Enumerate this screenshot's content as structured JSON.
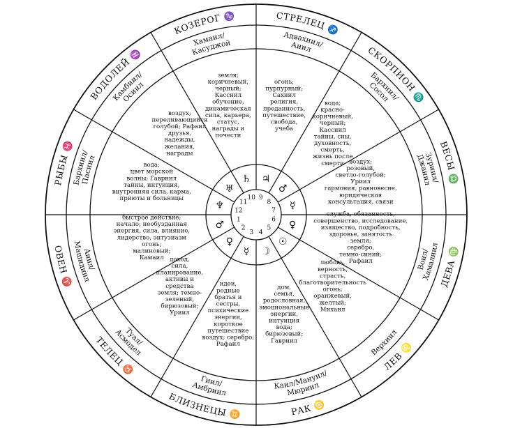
{
  "zodiac": [
    {
      "sign": "КОЗЕРОГ",
      "glyph": "♑",
      "angel": [
        "Хамаил/",
        "Касуджой"
      ],
      "desc": [
        "земля;",
        "коричневый,",
        "черный;",
        "Кассиил",
        "",
        "обучение,",
        "динамическая",
        "сила, карьера,",
        "статус,",
        "награды и",
        "почести"
      ]
    },
    {
      "sign": "СТРЕЛЕЦ",
      "glyph": "♐",
      "angel": [
        "Адвахиил/",
        "Аиил"
      ],
      "desc": [
        "огонь;",
        "пурпурный;",
        "Сахиил",
        "",
        "религия,",
        "преданность,",
        "путешествие,",
        "свобода,",
        "учеба"
      ]
    },
    {
      "sign": "СКОРПИОН",
      "glyph": "♏",
      "angel": [
        "Бархиил/",
        "Сосол"
      ],
      "desc": [
        "вода;",
        "красно-",
        "коричневый,",
        "черный;",
        "Кассиил",
        "",
        "тайны, сны,",
        "духовность,",
        "смерть,",
        "жизнь после",
        "смерти"
      ]
    },
    {
      "sign": "ВЕСЫ",
      "glyph": "♎",
      "angel": [
        "Зуриил/",
        "Джанил"
      ],
      "desc": [
        "воздух;",
        "розовый,",
        "светло-голубой;",
        "Уриил",
        "",
        "гармония, равновесие,",
        "юридическая",
        "консультация, связи"
      ]
    },
    {
      "sign": "ДЕВА",
      "glyph": "♍",
      "angel": [
        "Воил/",
        "Хамалиил"
      ],
      "desc": [
        "служба, обязанность,",
        "совершенство, исследование,",
        "изящество, подробность,",
        "здоровье, занятость",
        "",
        "земля;",
        "серебро,",
        "темно-синий;",
        "Рафаил"
      ]
    },
    {
      "sign": "ЛЕВ",
      "glyph": "♌",
      "angel": [
        "Верхиил"
      ],
      "desc": [
        "любовь,",
        "верность,",
        "страсть,",
        "благотворительность",
        "",
        "огонь;",
        "оранжевый,",
        "желтый;",
        "Михаил"
      ]
    },
    {
      "sign": "РАК",
      "glyph": "♋",
      "angel": [
        "Каил/Мануил/",
        "Мюриил"
      ],
      "desc": [
        "дом,",
        "семья,",
        "родословная,",
        "эмоциональные",
        "энергии,",
        "интуиция",
        "",
        "вода;",
        "бирюзовый;",
        "Гавриил"
      ]
    },
    {
      "sign": "БЛИЗНЕЦЫ",
      "glyph": "♊",
      "angel": [
        "Гиил/",
        "Амбриил"
      ],
      "desc": [
        "идеи,",
        "родные",
        "братья и",
        "сестры,",
        "психические",
        "энергии,",
        "короткое",
        "путешествие",
        "",
        "воздух; серебро;",
        "Рафаил"
      ]
    },
    {
      "sign": "ТЕЛЕЦ",
      "glyph": "♉",
      "angel": [
        "Туал/",
        "Асмодел"
      ],
      "desc": [
        "доход,",
        "сила,",
        "планирование,",
        "активы и",
        "средства",
        "",
        "земля; темно-",
        "зеленый,",
        "бирюзовый;",
        "Уриил"
      ]
    },
    {
      "sign": "ОВЕН",
      "glyph": "♈",
      "angel": [
        "Аиил/",
        "Машидиил"
      ],
      "desc": [
        "быстрое действие;",
        "начало; необузданная",
        "энергия, сила, влияние,",
        "лидерство, энтузиазм",
        "",
        "огонь;",
        "малиновый;",
        "Камаил"
      ]
    },
    {
      "sign": "РЫБЫ",
      "glyph": "♓",
      "angel": [
        "Бархиил/",
        "Пасиил"
      ],
      "desc": [
        "вода;",
        "цвет морской",
        "волны; Гавриил",
        "",
        "тайны, интуиция,",
        "внутренняя сила, карма,",
        "приюты и больницы"
      ]
    },
    {
      "sign": "ВОДОЛЕЙ",
      "glyph": "♒",
      "angel": [
        "Камбиил/",
        "Осиил"
      ],
      "desc": [
        "воздух;",
        "переливающийся",
        "голубой; Рафаил",
        "",
        "друзья,",
        "надежды,",
        "желания,",
        "награды"
      ]
    }
  ],
  "houses": [
    "10",
    "9",
    "8",
    "7",
    "6",
    "5",
    "4",
    "3",
    "2",
    "1",
    "12",
    "11"
  ],
  "planets": [
    "♄",
    "♃",
    "♂",
    "☿",
    "♀",
    "☉",
    "☽",
    "☿",
    "♀",
    "♂",
    "♆",
    "♅"
  ]
}
